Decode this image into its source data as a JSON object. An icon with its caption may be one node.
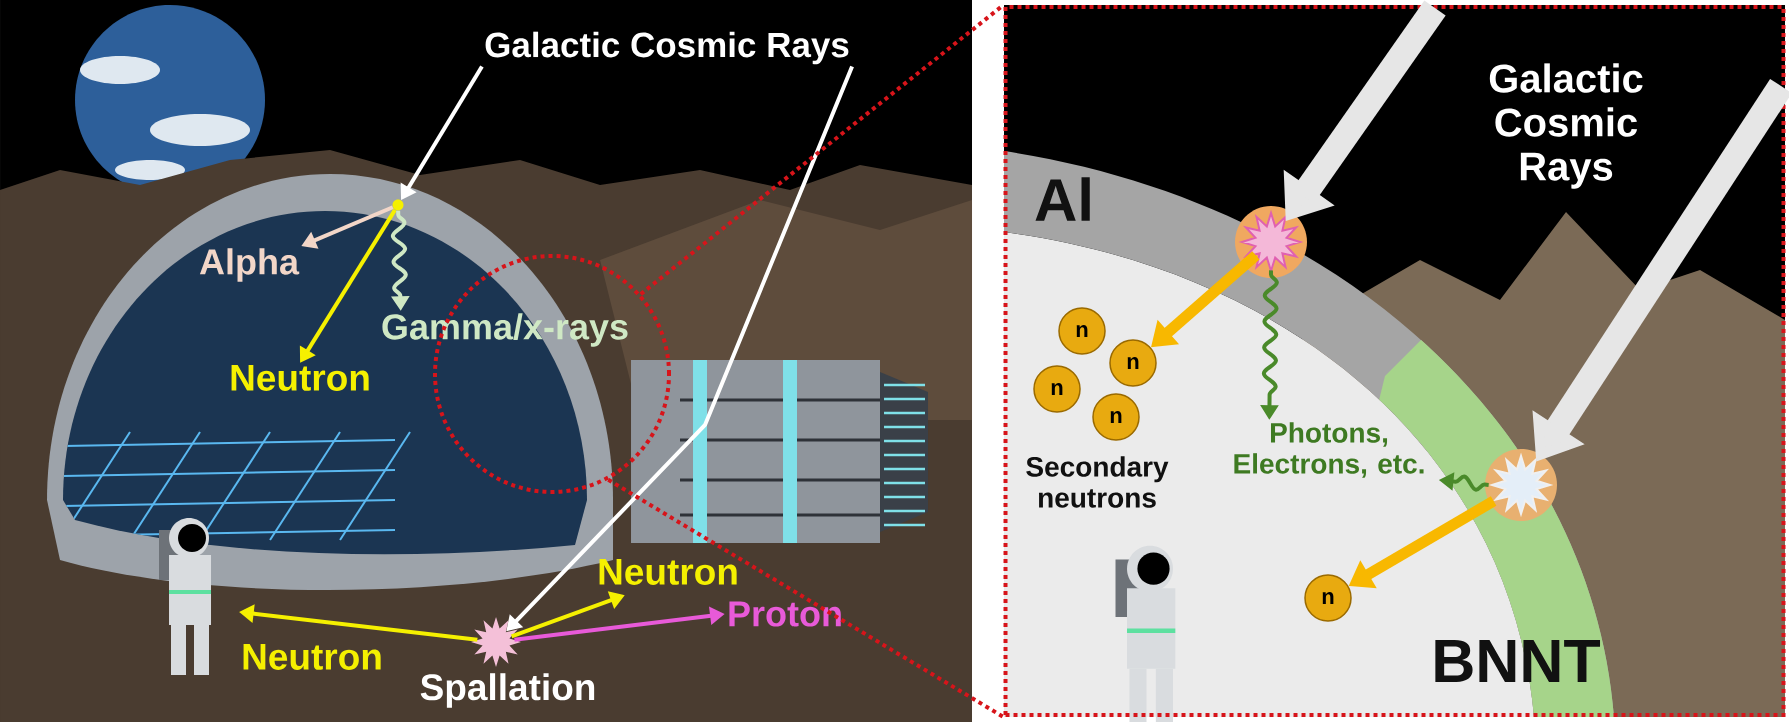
{
  "diagram": {
    "nodes": [
      {
        "text": [
          "Galactic Cosmic Rays"
        ]
      },
      {
        "text": [],
        "shape": "circle"
      },
      {
        "text": [
          "Alpha"
        ]
      },
      {
        "text": [
          "Neutron"
        ]
      },
      {
        "text": [
          "Gamma/x-rays"
        ]
      },
      {
        "text": [],
        "shape": "star",
        "beside": [
          "Spallation"
        ]
      },
      {
        "text": [
          "Neutron"
        ]
      },
      {
        "text": [
          "Neutron"
        ]
      },
      {
        "text": [
          "Proton"
        ]
      },
      {
        "text": [],
        "shape": "circle"
      },
      {
        "text": [],
        "shape": "box"
      },
      {
        "text": [],
        "shape": "star",
        "in": 10
      },
      {
        "text": [
          "n"
        ],
        "in": 10
      },
      {
        "text": [
          "n"
        ],
        "in": 10
      },
      {
        "text": [
          "n"
        ],
        "in": 10
      },
      {
        "text": [
          "n"
        ],
        "in": 10
      },
      {
        "text": [
          "Photons, Electrons, etc."
        ],
        "in": 10
      },
      {
        "text": [],
        "shape": "star",
        "in": 10
      },
      {
        "text": [
          "n"
        ],
        "in": 10
      }
    ],
    "edges": [
      {
        "from": 0,
        "to": 1,
        "arrow": "to",
        "color": "#ffffff"
      },
      {
        "from": 1,
        "to": 2,
        "arrow": "to",
        "color": "#f2d6c8"
      },
      {
        "from": 1,
        "to": 3,
        "arrow": "to",
        "color": "#f5f000"
      },
      {
        "from": 1,
        "to": 4,
        "arrow": "to",
        "color": "#cfe8c4"
      },
      {
        "from": 0,
        "to": 5,
        "arrow": "to",
        "color": "#ffffff"
      },
      {
        "from": 5,
        "to": 6,
        "arrow": "to",
        "color": "#f5f000"
      },
      {
        "from": 5,
        "to": 7,
        "arrow": "to",
        "color": "#f5f000"
      },
      {
        "from": 5,
        "to": 8,
        "arrow": "to",
        "color": "#e85ad8"
      },
      {
        "from": 9,
        "to": 10,
        "arrow": "none",
        "style": "dashed",
        "color": "#d7141a"
      },
      {
        "from": 9,
        "to": 10,
        "arrow": "none",
        "style": "dashed",
        "color": "#d7141a"
      },
      {
        "from": null,
        "to": 11,
        "arrow": "to",
        "style": "thick",
        "color": "#e6e6e6"
      },
      {
        "from": null,
        "to": 17,
        "arrow": "to",
        "style": "thick",
        "color": "#e6e6e6"
      },
      {
        "from": 11,
        "to": 13,
        "arrow": "to",
        "style": "thick",
        "color": "#f8b800"
      },
      {
        "from": 11,
        "to": 16,
        "arrow": "to",
        "color": "#4a8a2a"
      },
      {
        "from": 17,
        "to": 16,
        "arrow": "to",
        "color": "#4a8a2a"
      },
      {
        "from": 17,
        "to": 18,
        "arrow": "to",
        "style": "thick",
        "color": "#f8b800"
      }
    ],
    "labels": [
      "Galactic Cosmic Rays",
      "Al",
      "Secondary neutrons",
      "BNNT"
    ]
  }
}
